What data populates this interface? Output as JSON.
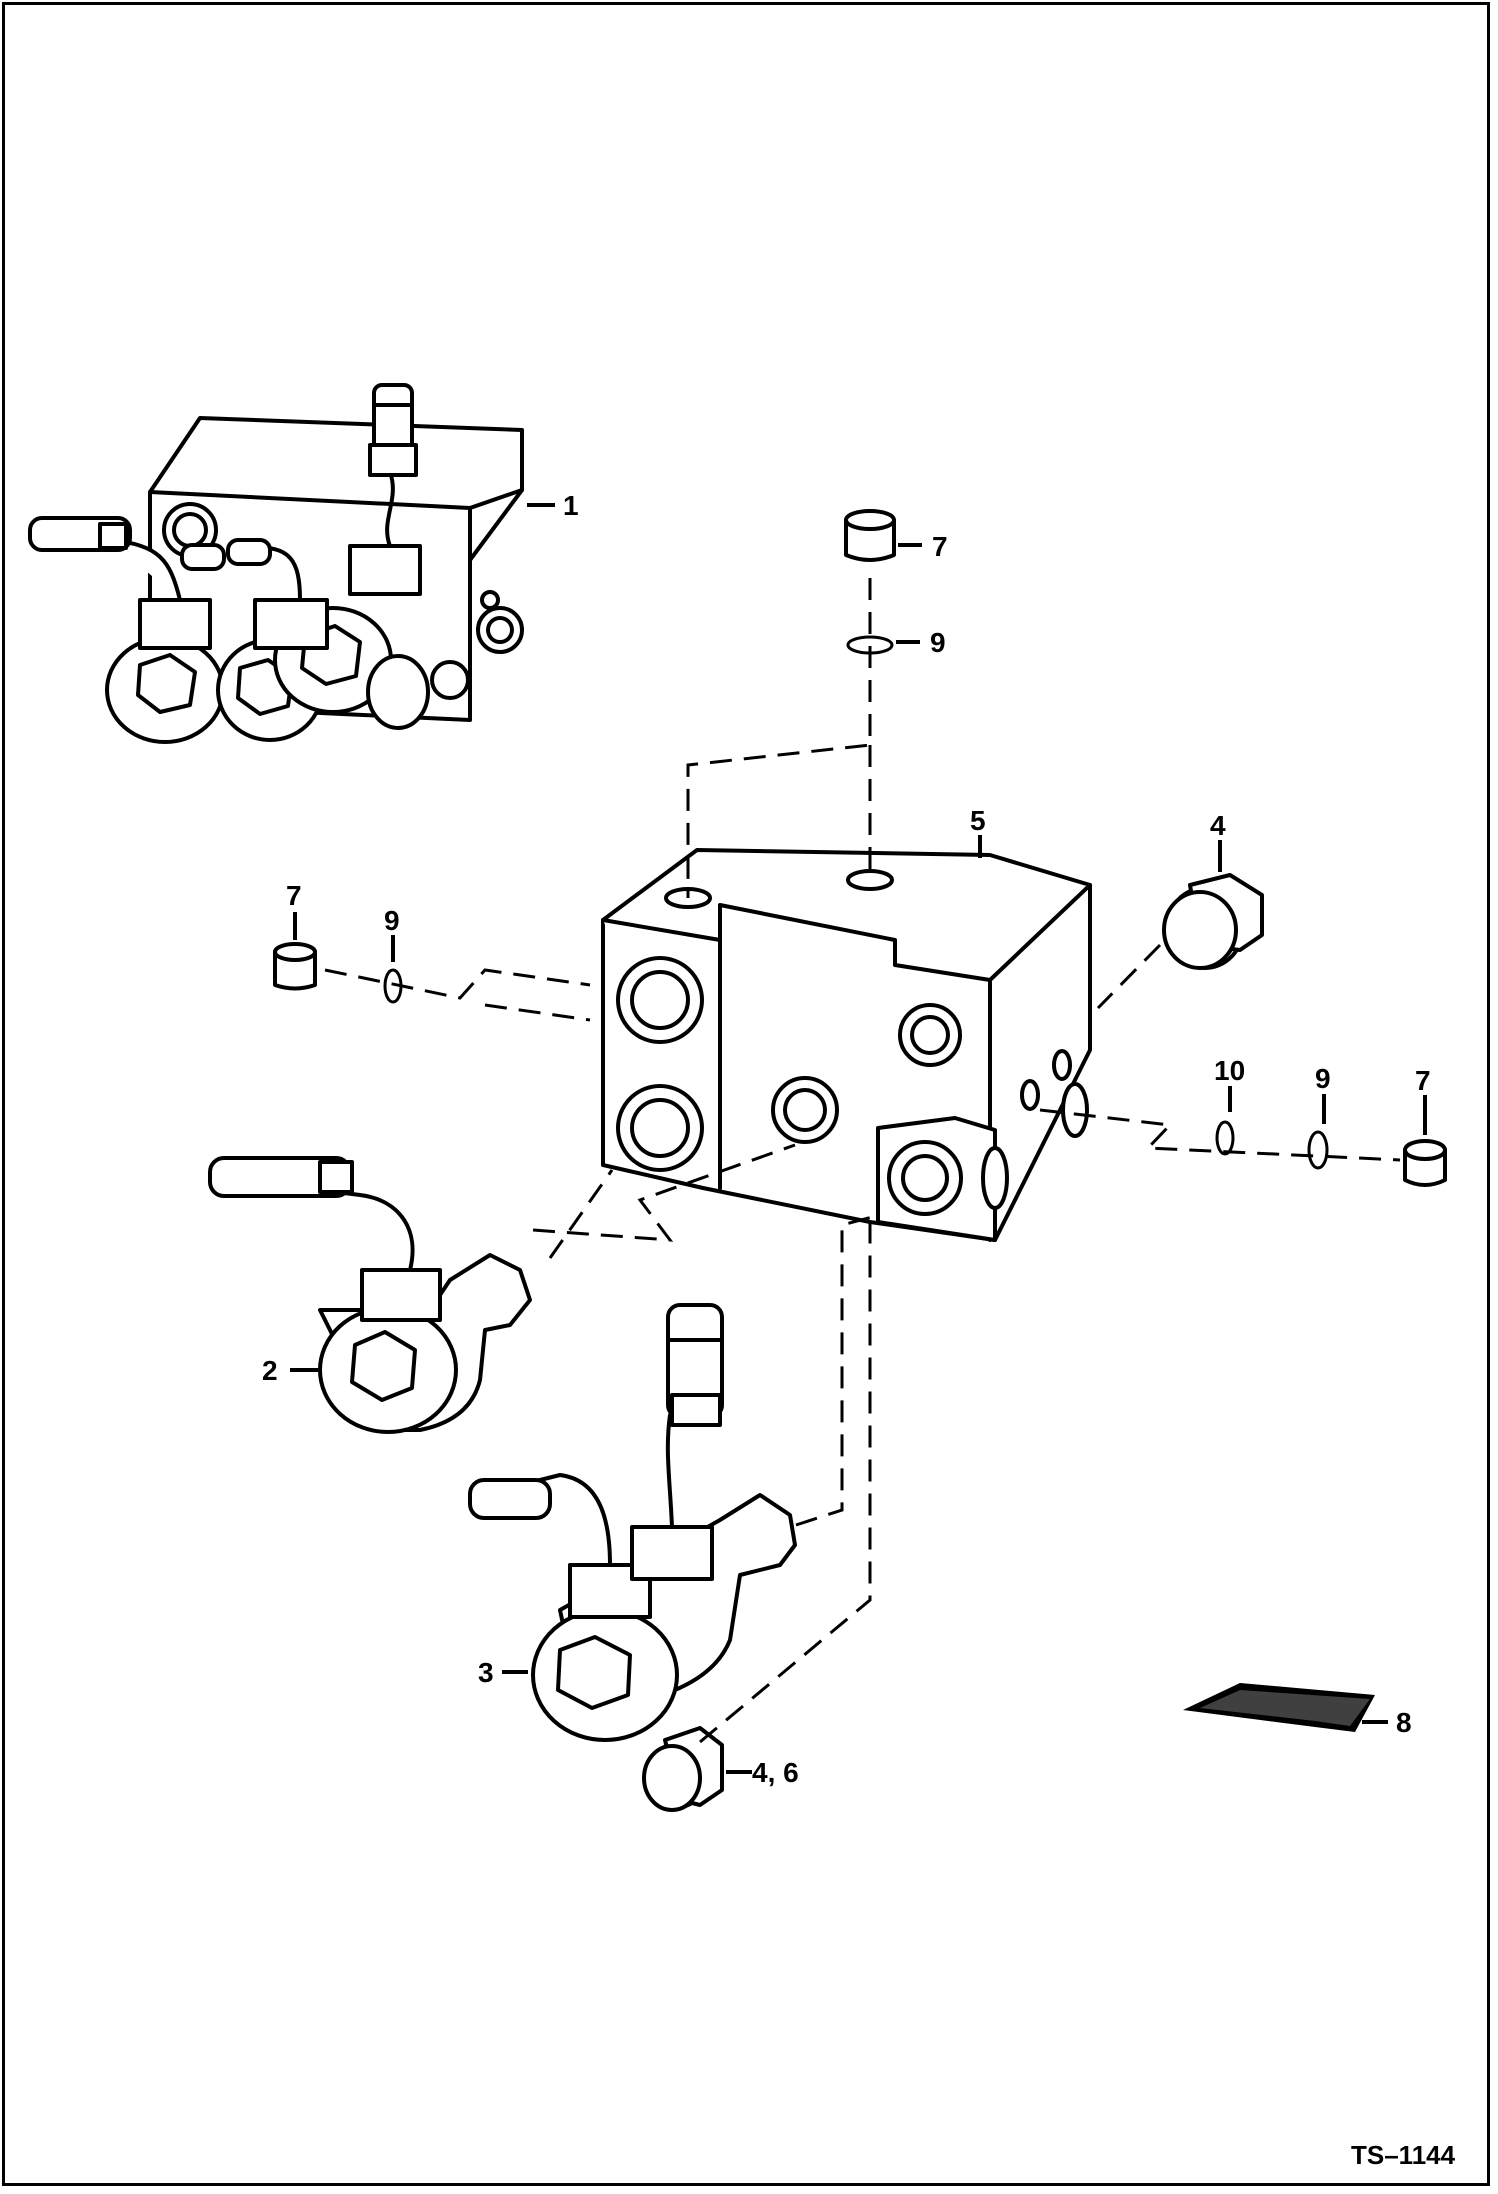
{
  "figure": {
    "reference": "TS–1144"
  },
  "callouts": {
    "c1": "1",
    "c2": "2",
    "c3": "3",
    "c4": "4",
    "c46": "4, 6",
    "c5": "5",
    "c7_top": "7",
    "c7_left": "7",
    "c7_right": "7",
    "c8": "8",
    "c9_top": "9",
    "c9_left": "9",
    "c9_right": "9",
    "c10": "10"
  }
}
